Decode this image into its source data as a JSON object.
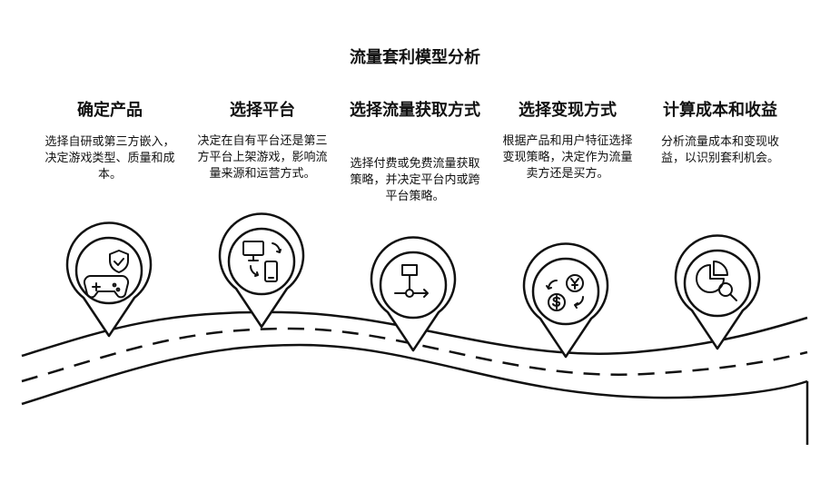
{
  "title": "流量套利模型分析",
  "steps": [
    {
      "title": "确定产品",
      "desc": "选择自研或第三方嵌入，决定游戏类型、质量和成本。",
      "icon": "gamepad-shield-check-icon"
    },
    {
      "title": "选择平台",
      "desc": "决定在自有平台还是第三方平台上架游戏，影响流量来源和运营方式。",
      "icon": "monitor-phone-sync-icon"
    },
    {
      "title": "选择流量获取方式",
      "desc": "选择付费或免费流量获取策略，并决定平台内或跨平台策略。",
      "icon": "flowchart-icon"
    },
    {
      "title": "选择变现方式",
      "desc": "根据产品和用户特征选择变现策略，决定作为流量卖方还是买方。",
      "icon": "currency-exchange-icon"
    },
    {
      "title": "计算成本和收益",
      "desc": "分析流量成本和变现收益，以识别套利机会。",
      "icon": "pie-chart-magnifier-icon"
    }
  ]
}
